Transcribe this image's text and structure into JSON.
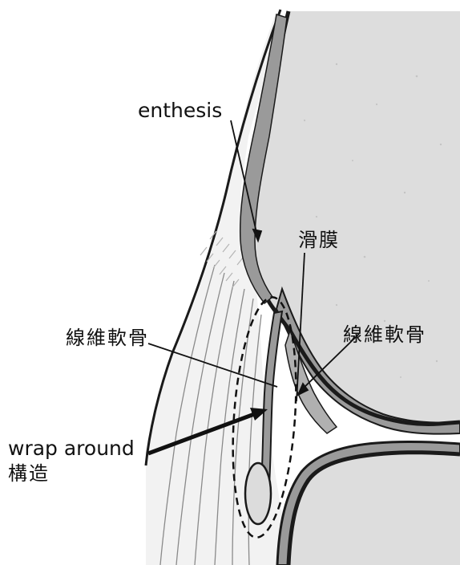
{
  "labels": {
    "enthesis": "enthesis",
    "synovium": "滑膜",
    "fibrocartilage_left": "線維軟骨",
    "fibrocartilage_right": "線維軟骨",
    "wrap_line1": "wrap around",
    "wrap_line2": "構造"
  },
  "colors": {
    "bone": "#dddddd",
    "cartilage": "#9a9a9a",
    "outline": "#1a1a1a",
    "tendon": "#f2f2f2"
  }
}
